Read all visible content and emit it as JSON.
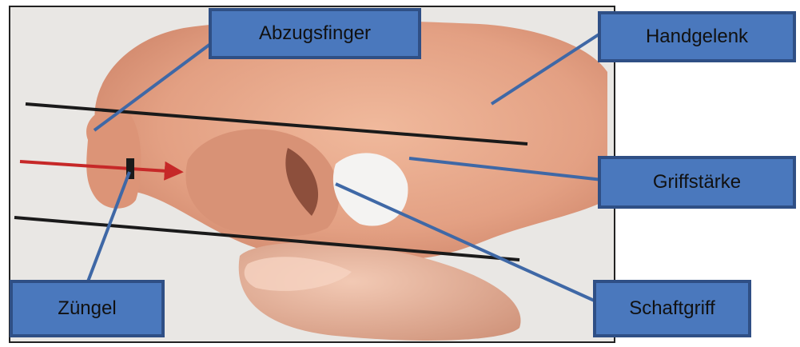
{
  "labels": {
    "abzugsfinger": "Abzugsfinger",
    "handgelenk": "Handgelenk",
    "griffstaerke": "Griffstärke",
    "zuengel": "Züngel",
    "schaftgriff": "Schaftgriff"
  },
  "colors": {
    "label_fill": "#4a78bd",
    "label_border": "#2f4f85",
    "leader_line": "#3f68a6",
    "arrow": "#c62828",
    "guide_line": "#1a1a1a",
    "skin": "#e6a587",
    "background": "#e9e7e4"
  }
}
